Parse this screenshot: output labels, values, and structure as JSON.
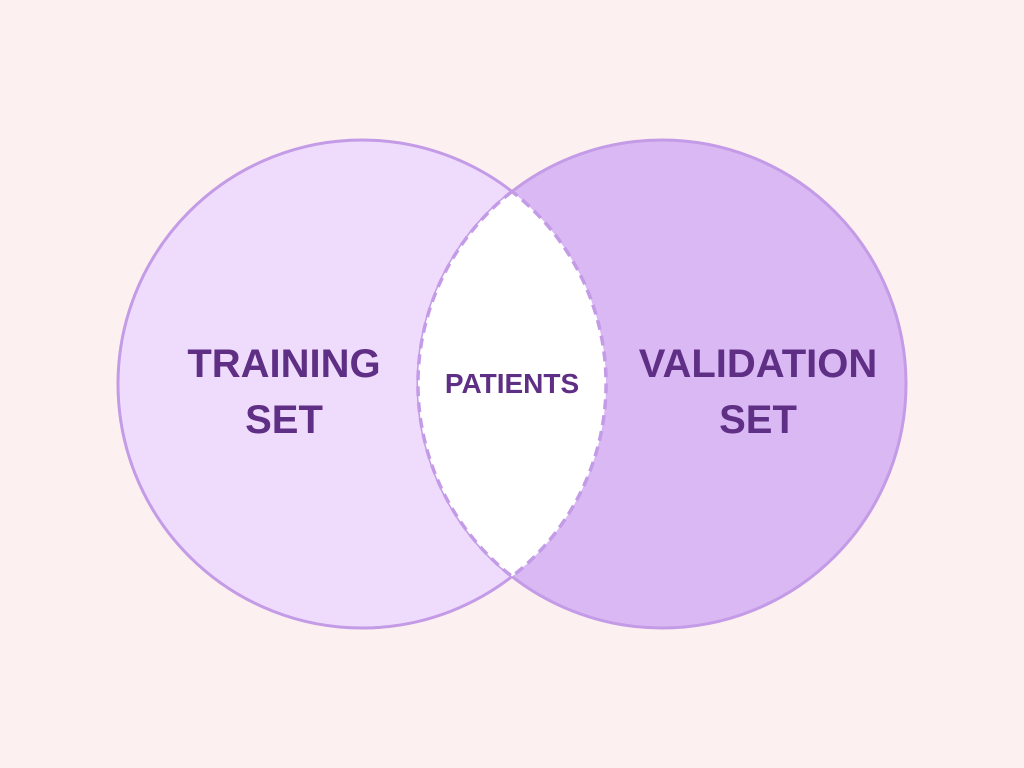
{
  "colors": {
    "background": "#fdf0f0",
    "left_fill": "#efdcfd",
    "right_fill": "#dab8f4",
    "intersection_fill": "#ffffff",
    "stroke": "#c39be6",
    "text": "#5e2f85"
  },
  "venn": {
    "left": {
      "line1": "TRAINING",
      "line2": "SET"
    },
    "right": {
      "line1": "VALIDATION",
      "line2": "SET"
    },
    "intersection": {
      "label": "PATIENTS"
    }
  }
}
